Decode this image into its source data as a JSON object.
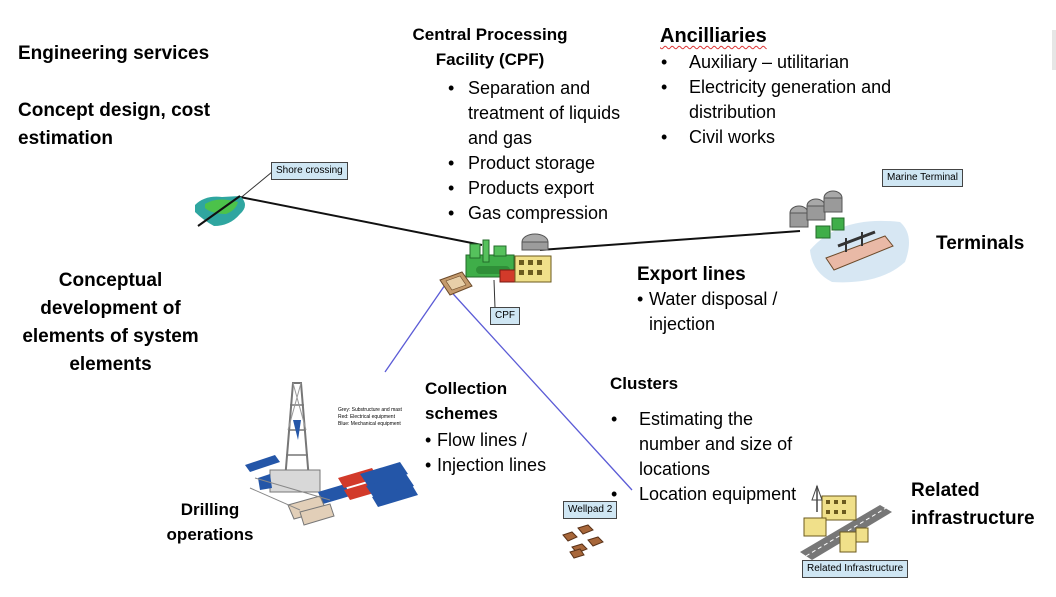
{
  "left": {
    "engineering_services": "Engineering services",
    "concept_design": "Concept design, cost estimation",
    "conceptual_development": "Conceptual development of elements of system elements"
  },
  "cpf": {
    "title": "Central Processing Facility (CPF)",
    "items": [
      "Separation and treatment of liquids and gas",
      "Product storage",
      "Products export",
      "Gas compression"
    ]
  },
  "ancillaries": {
    "title": "Ancilliaries",
    "items": [
      "Auxiliary – utilitarian",
      "Electricity generation and distribution",
      "Civil works"
    ]
  },
  "terminals": {
    "label": "Terminals"
  },
  "export_lines": {
    "title": "Export lines",
    "items": [
      "Water disposal / injection"
    ]
  },
  "collection": {
    "title": "Collection schemes",
    "items": [
      "Flow lines /",
      "Injection lines"
    ]
  },
  "clusters": {
    "title": "Clusters",
    "items": [
      "Estimating the number and size of locations",
      "Location equipment"
    ]
  },
  "related": {
    "label": "Related infrastructure"
  },
  "drilling": {
    "label": "Drilling operations"
  },
  "rig_legend": [
    "Grey: Substructure and mast",
    "Red: Electrical equipment",
    "Blue: Mechanical equipment"
  ],
  "tags": {
    "shore_crossing": "Shore crossing",
    "marine_terminal": "Marine Terminal",
    "cpf": "CPF",
    "wellpad": "Wellpad 2",
    "related_infrastructure": "Related Infrastructure"
  },
  "colors": {
    "pipeline": "#111111",
    "flowline": "#5b5bd6",
    "tag_fill": "#cfe6f3",
    "facility_green": "#3fae49",
    "tank_grey": "#9c9c9c",
    "building_yellow": "#f0e08a",
    "rig_blue": "#2456a8",
    "rig_red": "#d23a2a",
    "wellpad_brown": "#a8673a"
  }
}
